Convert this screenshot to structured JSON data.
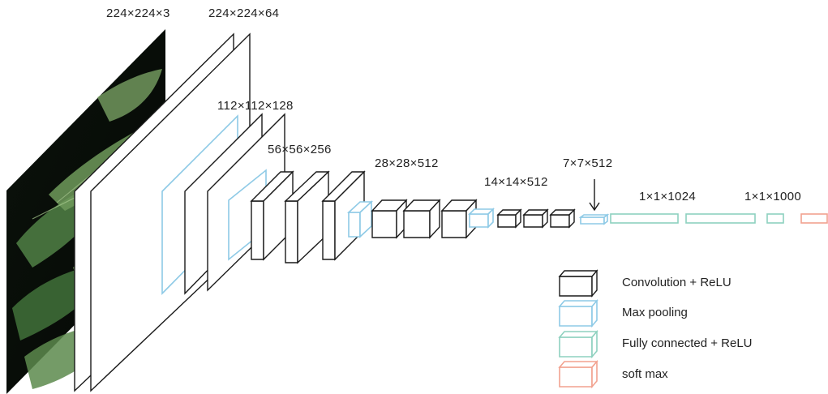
{
  "colors": {
    "conv": "#1a1a1a",
    "pool": "#8ecae6",
    "fc": "#8ed1bf",
    "softmax": "#f2a28f",
    "text": "#222222"
  },
  "input_image": {
    "name": "input-leaf-image",
    "description": ""
  },
  "labels": {
    "l224x3": "224×224×3",
    "l224x64": "224×224×64",
    "l112": "112×112×128",
    "l56": "56×56×256",
    "l28": "28×28×512",
    "l14": "14×14×512",
    "l7": "7×7×512",
    "l1024": "1×1×1024",
    "l1000": "1×1×1000"
  },
  "legend": [
    {
      "type": "conv",
      "label": "Convolution + ReLU"
    },
    {
      "type": "pool",
      "label": "Max pooling"
    },
    {
      "type": "fc",
      "label": "Fully connected + ReLU"
    },
    {
      "type": "softmax",
      "label": "soft max"
    }
  ]
}
